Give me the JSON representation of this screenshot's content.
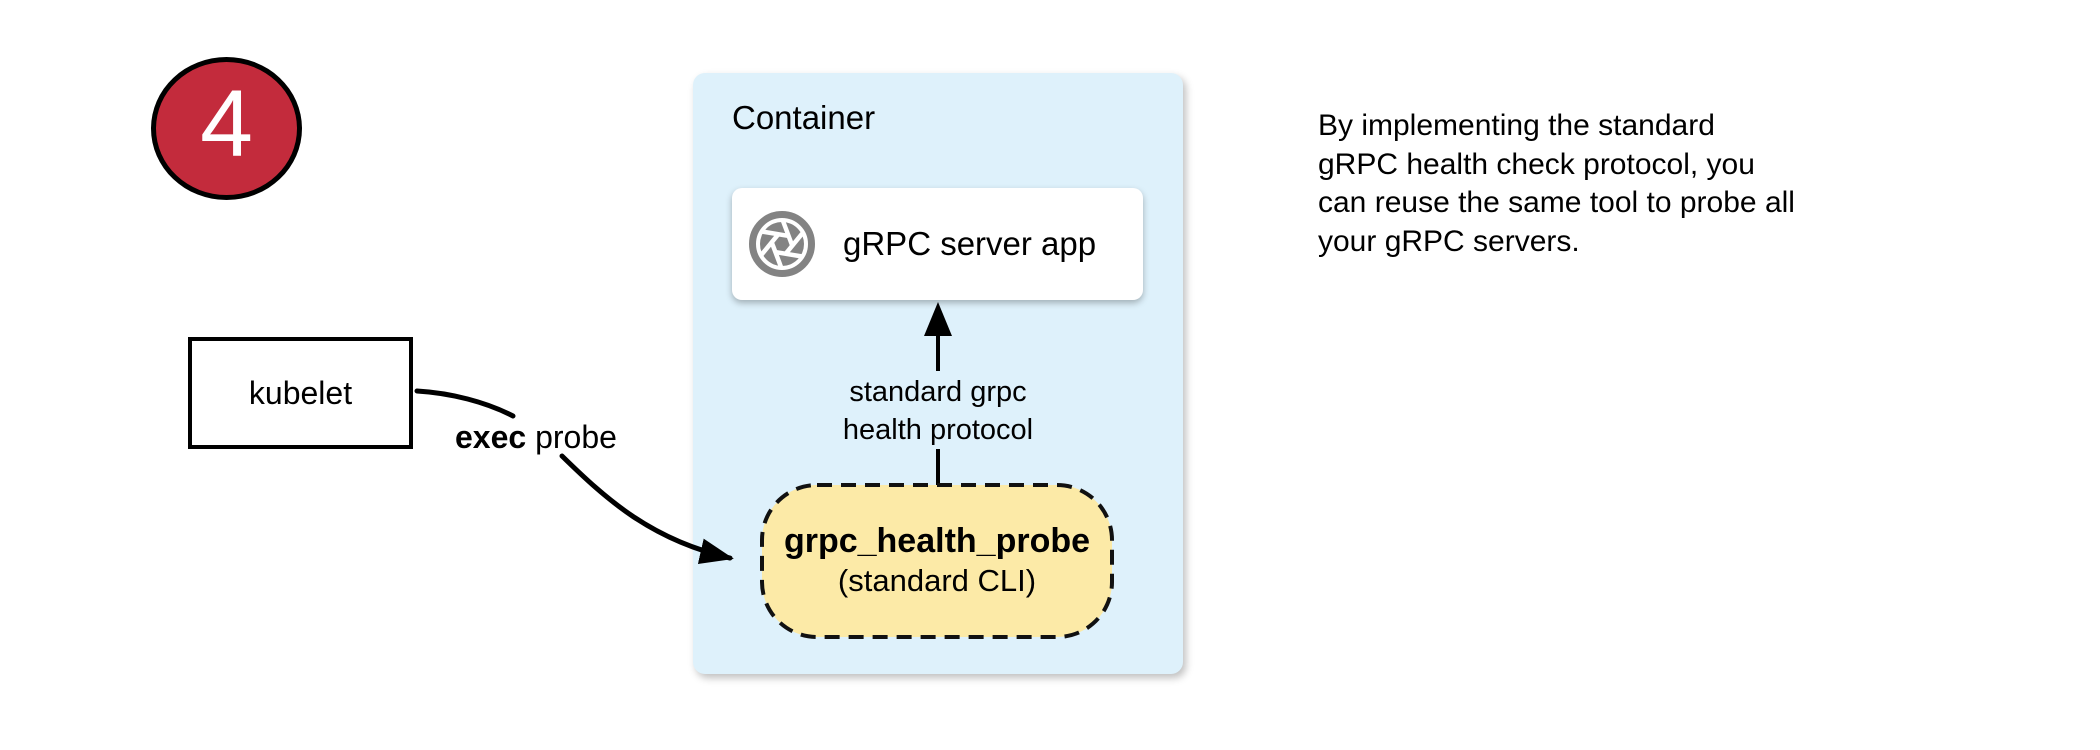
{
  "step": {
    "number": "4"
  },
  "kubelet": {
    "label": "kubelet"
  },
  "exec_probe": {
    "bold": "exec",
    "rest": " probe"
  },
  "container": {
    "label": "Container"
  },
  "server_app": {
    "label": "gRPC server app",
    "icon": "aperture-icon"
  },
  "health_protocol": {
    "line1": "standard grpc",
    "line2": "health protocol"
  },
  "probe_tool": {
    "name": "grpc_health_probe",
    "sub": "(standard CLI)"
  },
  "side_note": {
    "lines": [
      "By implementing the standard",
      "gRPC health check protocol, you",
      "can reuse the same tool to probe all",
      "your gRPC servers."
    ]
  },
  "colors": {
    "step_badge_red": "#c32b3c",
    "container_blue": "#def1fb",
    "probe_yellow": "#fceaa7",
    "icon_gray": "#838383",
    "line_black": "#000000"
  }
}
